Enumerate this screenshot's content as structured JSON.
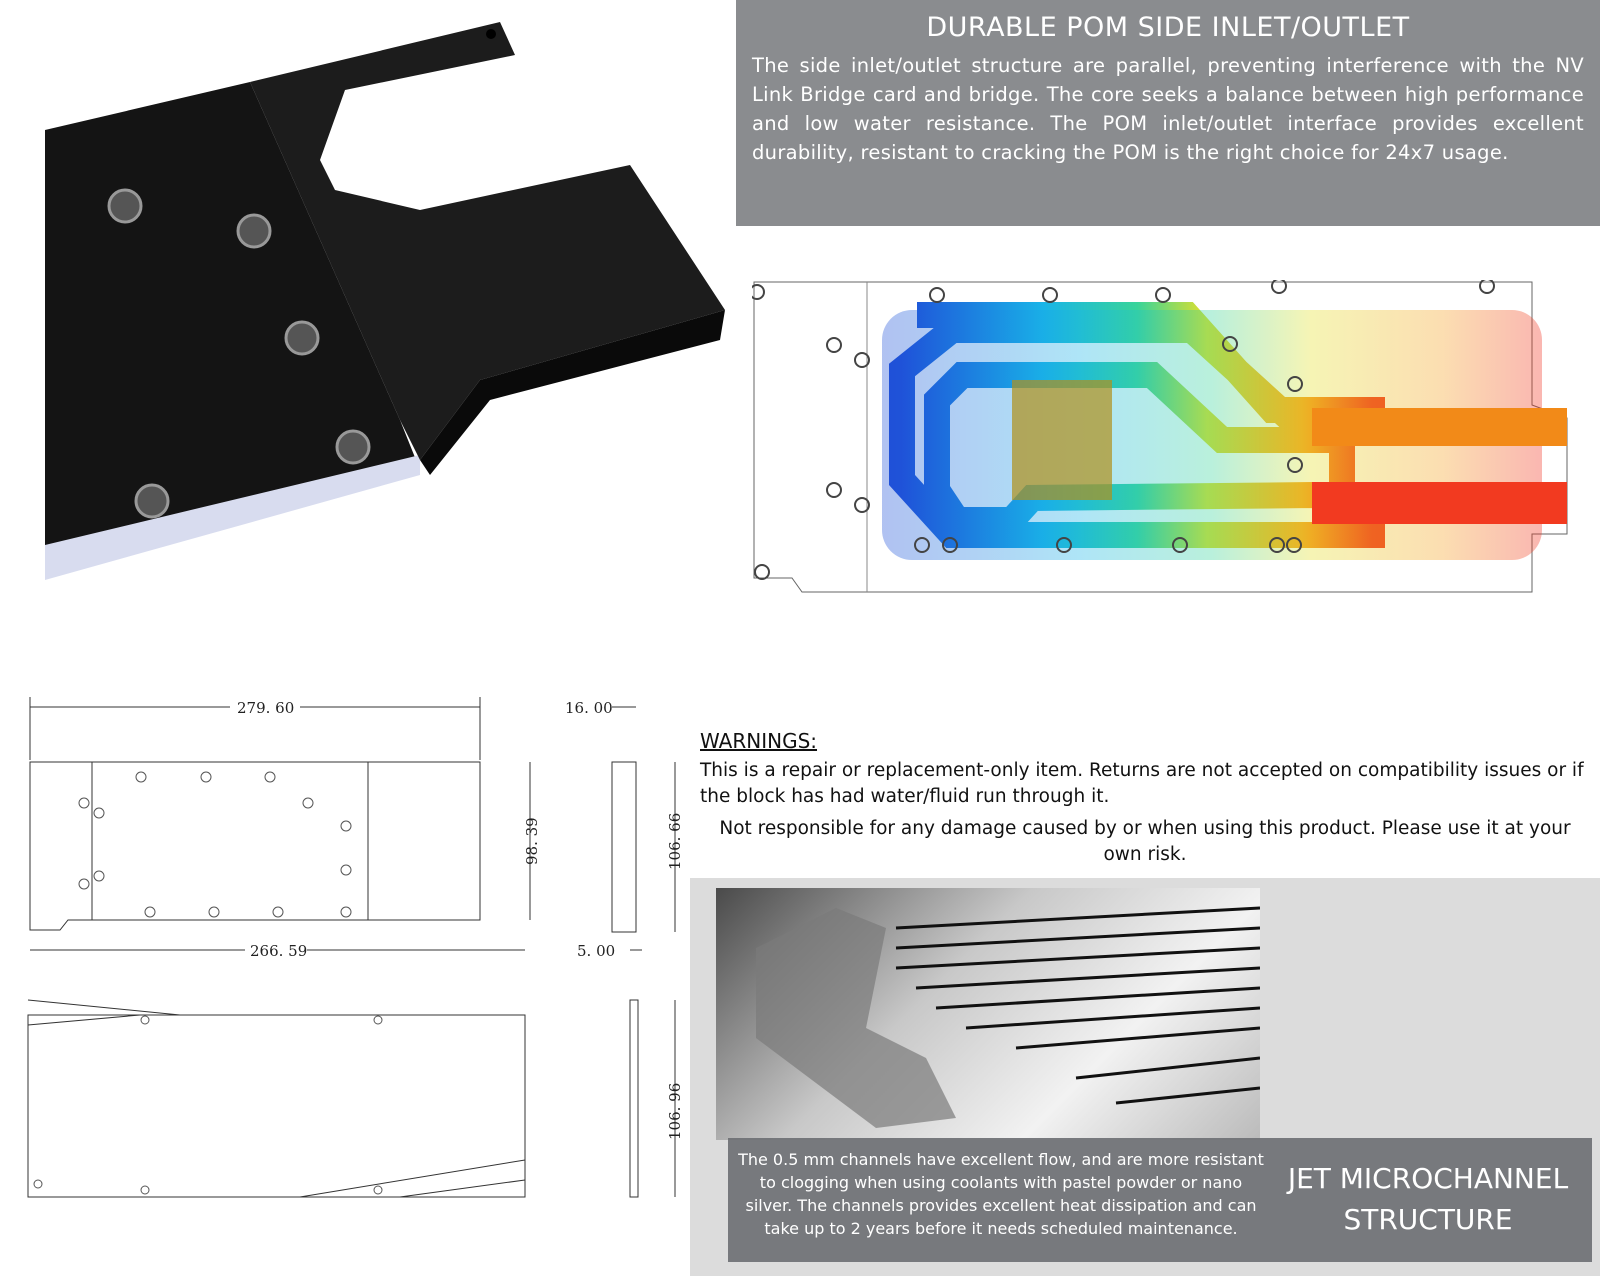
{
  "inlet_section": {
    "title": "DURABLE POM SIDE INLET/OUTLET",
    "body": "The side inlet/outlet structure are parallel, preventing interference with the NV Link Bridge card and bridge. The core seeks a balance between high performance and low water resistance. The POM inlet/outlet interface provides excellent durability, resistant to cracking the POM is the right choice for 24x7 usage."
  },
  "dimensions": {
    "top_length": "279. 60",
    "top_thickness": "16. 00",
    "height": "98. 39",
    "side_height": "106. 66",
    "bottom_length": "266. 59",
    "bottom_thickness": "5. 00",
    "bottom_side_height": "106. 96"
  },
  "warnings": {
    "heading": "WARNINGS:",
    "line1": "This is a repair or replacement-only item. Returns are not accepted on compatibility issues or if the block has had water/fluid run through it.",
    "line2": "Not responsible for any damage caused by or when using this product. Please use it at your own risk."
  },
  "microchannel": {
    "title": "JET MICROCHANNEL STRUCTURE",
    "body": "The 0.5 mm channels have excellent flow, and are more resistant to clogging when using coolants with pastel powder or nano silver. The channels provides excellent heat dissipation and can take up to 2 years before it needs scheduled maintenance."
  }
}
